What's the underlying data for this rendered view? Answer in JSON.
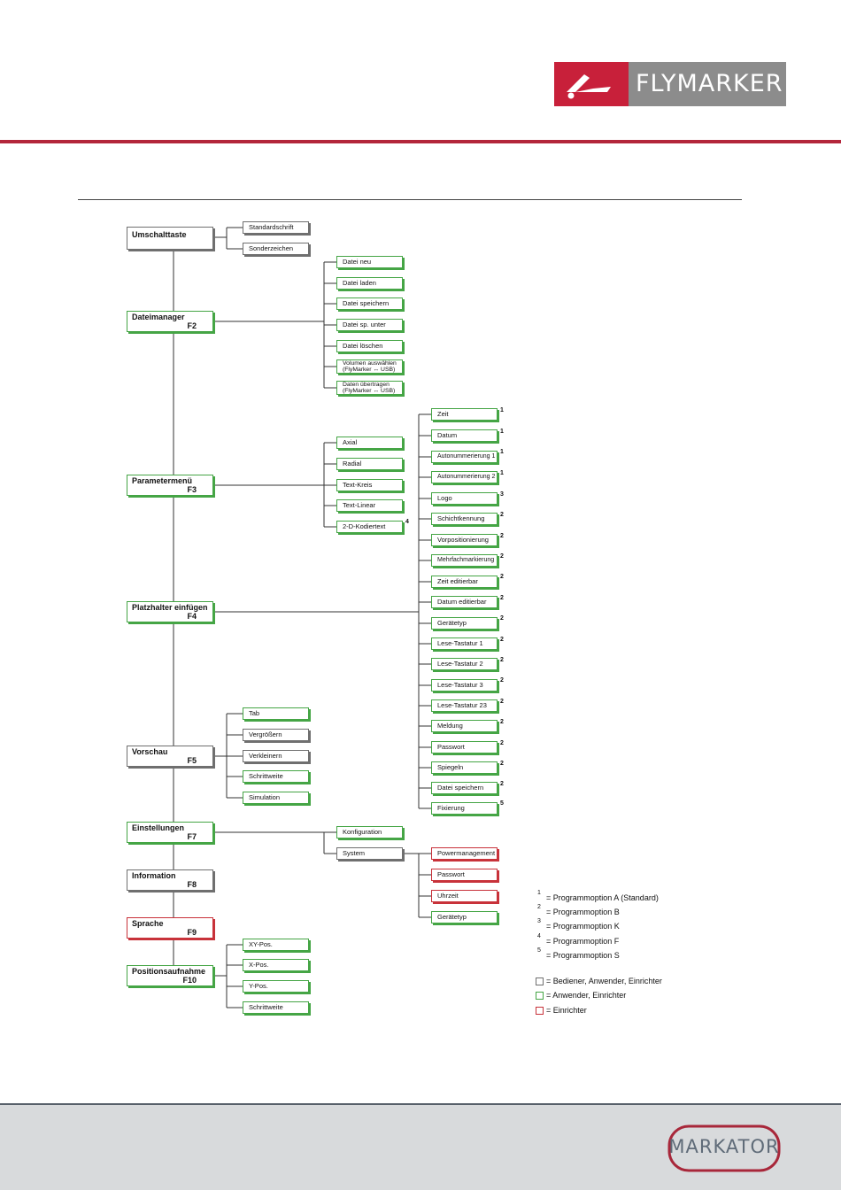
{
  "header": {
    "logo_text": "FLYMARKER",
    "footer_logo_text": "MARKATOR"
  },
  "colors": {
    "gray": "#6f6f6f",
    "green": "#45a545",
    "red": "#c8323a",
    "brand_red": "#c8203a"
  },
  "tree": {
    "umschalttaste": {
      "title": "Umschalttaste",
      "fkey": "",
      "children": [
        "Standardschrift",
        "Sonderzeichen"
      ]
    },
    "dateimanager": {
      "title": "Dateimanager",
      "fkey": "F2",
      "children": [
        "Datei neu",
        "Datei laden",
        "Datei speichern",
        "Datei sp. unter",
        "Datei löschen"
      ],
      "volumen": [
        "Volumen auswählen",
        "(FlyMarker ↔ USB)"
      ],
      "daten": [
        "Daten übertragen",
        "(FlyMarker ↔ USB)"
      ]
    },
    "parametermenue": {
      "title": "Parametermenü",
      "fkey": "F3",
      "children": [
        "Axial",
        "Radial",
        "Text-Kreis",
        "Text-Linear",
        "2-D-Kodiertext"
      ],
      "kodier_sup": "4"
    },
    "platzhalter": {
      "title": "Platzhalter einfügen",
      "fkey": "F4",
      "children": [
        "Zeit",
        "Datum",
        "Autonummerierung 1",
        "Autonummerierung 2",
        "Logo",
        "Schichtkennung",
        "Vorpositionierung",
        "Mehrfachmarkierung",
        "Zeit editierbar",
        "Datum editierbar",
        "Gerätetyp",
        "Lese-Tastatur 1",
        "Lese-Tastatur 2",
        "Lese-Tastatur 3",
        "Lese-Tastatur 23",
        "Meldung",
        "Passwort",
        "Spiegeln",
        "Datei speichern",
        "Fixierung"
      ],
      "sups": [
        "1",
        "1",
        "1",
        "1",
        "3",
        "2",
        "2",
        "2",
        "2",
        "2",
        "2",
        "2",
        "2",
        "2",
        "2",
        "2",
        "2",
        "2",
        "2",
        "5"
      ]
    },
    "vorschau": {
      "title": "Vorschau",
      "fkey": "F5",
      "children": [
        "Tab",
        "Vergrößern",
        "Verkleinern",
        "Schrittweite",
        "Simulation"
      ]
    },
    "einstellungen": {
      "title": "Einstellungen",
      "fkey": "F7",
      "children": [
        "Konfiguration",
        "System"
      ],
      "system_children": [
        "Powermanagement",
        "Passwort",
        "Uhrzeit",
        "Gerätetyp"
      ]
    },
    "information": {
      "title": "Information",
      "fkey": "F8"
    },
    "sprache": {
      "title": "Sprache",
      "fkey": "F9"
    },
    "position": {
      "title": "Positionsaufnahme",
      "fkey": "F10",
      "children": [
        "XY-Pos.",
        "X-Pos.",
        "Y-Pos.",
        "Schrittweite"
      ]
    }
  },
  "legend": {
    "options": [
      {
        "num": "1",
        "text": "=  Programmoption A (Standard)"
      },
      {
        "num": "2",
        "text": "=  Programmoption B"
      },
      {
        "num": "3",
        "text": "=  Programmoption K"
      },
      {
        "num": "4",
        "text": "=  Programmoption F"
      },
      {
        "num": "5",
        "text": "=  Programmoption S"
      }
    ],
    "roles": [
      {
        "color": "gray",
        "text": "=  Bediener, Anwender, Einrichter"
      },
      {
        "color": "green",
        "text": "=  Anwender, Einrichter"
      },
      {
        "color": "red",
        "text": "=  Einrichter"
      }
    ]
  }
}
